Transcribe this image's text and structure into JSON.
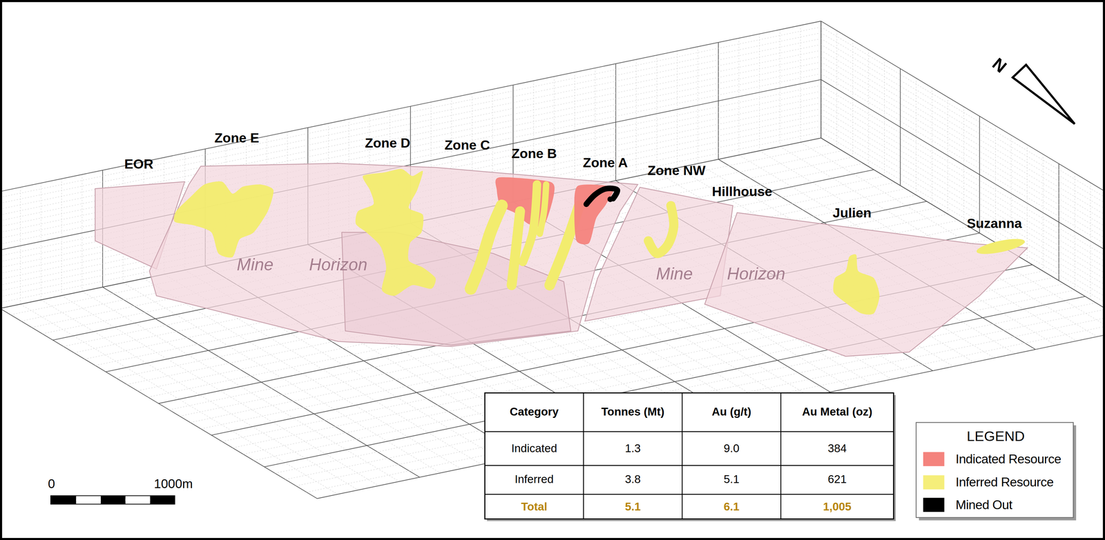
{
  "diagram": {
    "labels": [
      "EOR",
      "Zone E",
      "Zone D",
      "Zone C",
      "Zone B",
      "Zone A",
      "Zone NW",
      "Hillhouse",
      "Julien",
      "Suzanna",
      "Mine",
      "Horizon",
      "Mine",
      "Horizon",
      "N",
      "0",
      "1000m",
      "Category",
      "Tonnes (Mt)",
      "Au (g/t)",
      "Au Metal (oz)",
      "Indicated",
      "1.3",
      "9.0",
      "384",
      "Inferred",
      "3.8",
      "5.1",
      "621",
      "Total",
      "5.1",
      "6.1",
      "1,005",
      "LEGEND"
    ],
    "legend": [
      {
        "text": "Indicated Resource",
        "color": "#f4837d"
      },
      {
        "text": "Inferred Resource",
        "color": "#f5ee7a"
      },
      {
        "text": "Mined Out",
        "color": "#000000"
      }
    ]
  }
}
